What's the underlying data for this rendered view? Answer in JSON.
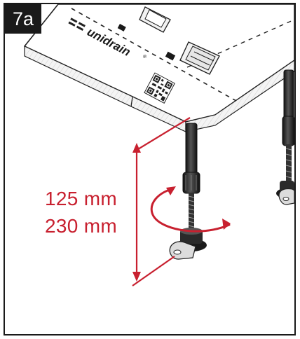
{
  "step": {
    "label": "7a"
  },
  "brand": {
    "name": "unidrain",
    "registered_mark": "®"
  },
  "dimensions": {
    "min": "125 mm",
    "max": "230 mm"
  },
  "colors": {
    "accent": "#c8202f",
    "ink": "#1a1a1a",
    "plate": "#ffffff",
    "edge": "#f0f0f0"
  },
  "icons": [
    "qr-code-icon",
    "rotate-arrow-icon",
    "dimension-arrow-icon",
    "brand-logo-icon"
  ]
}
